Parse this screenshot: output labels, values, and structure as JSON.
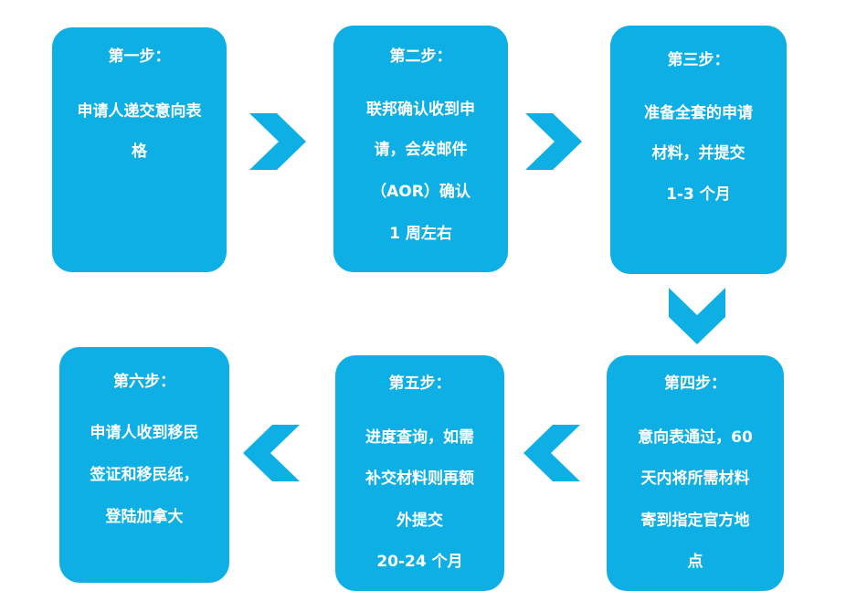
{
  "colors": {
    "box": "#0eafe5",
    "arrow": "#0eafe5",
    "text": "#ffffff"
  },
  "steps": [
    {
      "title": "第一步：",
      "lines": [
        "申请人递交意向表",
        "格"
      ]
    },
    {
      "title": "第二步：",
      "lines": [
        "联邦确认收到申",
        "请，会发邮件",
        "（AOR）确认",
        "1 周左右"
      ]
    },
    {
      "title": "第三步：",
      "lines": [
        "准备全套的申请",
        "材料，并提交",
        "1-3 个月"
      ]
    },
    {
      "title": "第四步：",
      "lines": [
        "意向表通过，60",
        "天内将所需材料",
        "寄到指定官方地",
        "点"
      ]
    },
    {
      "title": "第五步：",
      "lines": [
        "进度查询，如需",
        "补交材料则再额",
        "外提交",
        "20-24 个月"
      ]
    },
    {
      "title": "第六步：",
      "lines": [
        "申请人收到移民",
        "签证和移民纸，",
        "登陆加拿大"
      ]
    }
  ],
  "arrows": [
    {
      "icon": "chevron-right-icon"
    },
    {
      "icon": "chevron-right-icon"
    },
    {
      "icon": "chevron-down-icon"
    },
    {
      "icon": "chevron-left-icon"
    },
    {
      "icon": "chevron-left-icon"
    }
  ]
}
